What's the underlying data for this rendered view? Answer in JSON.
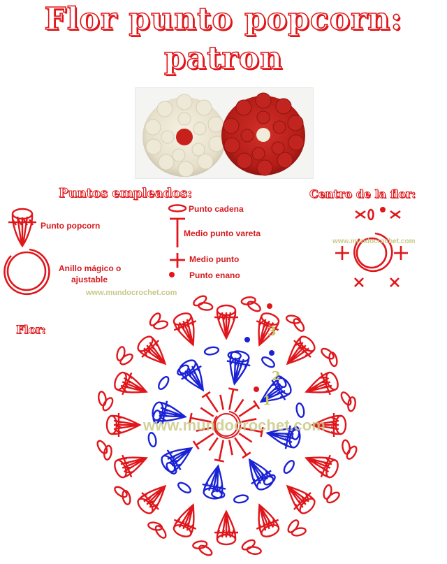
{
  "title": {
    "line1": "Flor punto popcorn:",
    "line2": "patron"
  },
  "photo": {
    "alt": "Two crocheted popcorn-stitch flowers: cream with red center, red with cream center"
  },
  "legend": {
    "heading": "Puntos empleados:",
    "items": [
      {
        "icon": "popcorn-stitch-icon",
        "label": "Punto popcorn"
      },
      {
        "icon": "magic-ring-icon",
        "label": "Anillo mágico o",
        "label2": "ajustable"
      },
      {
        "icon": "chain-stitch-icon",
        "label": "Punto cadena"
      },
      {
        "icon": "half-double-crochet-icon",
        "label": "Medio punto vareta"
      },
      {
        "icon": "single-crochet-icon",
        "label": "Medio punto"
      },
      {
        "icon": "slip-stitch-icon",
        "label": "Punto enano"
      }
    ],
    "watermark": "www.mundocrochet.com"
  },
  "center": {
    "heading": "Centro de la flor:",
    "watermark": "www.mundocrochet.com"
  },
  "flower": {
    "heading": "Flor:",
    "round_labels": [
      "1",
      "2",
      "3"
    ],
    "watermark": "www.mundocrochet.com",
    "inner_popcorns": 8,
    "outer_popcorns": 16
  },
  "colors": {
    "red": "#e0161b",
    "blue": "#1a22d6",
    "watermark": "#c9c98a",
    "label_yellow": "#c4c46a"
  }
}
